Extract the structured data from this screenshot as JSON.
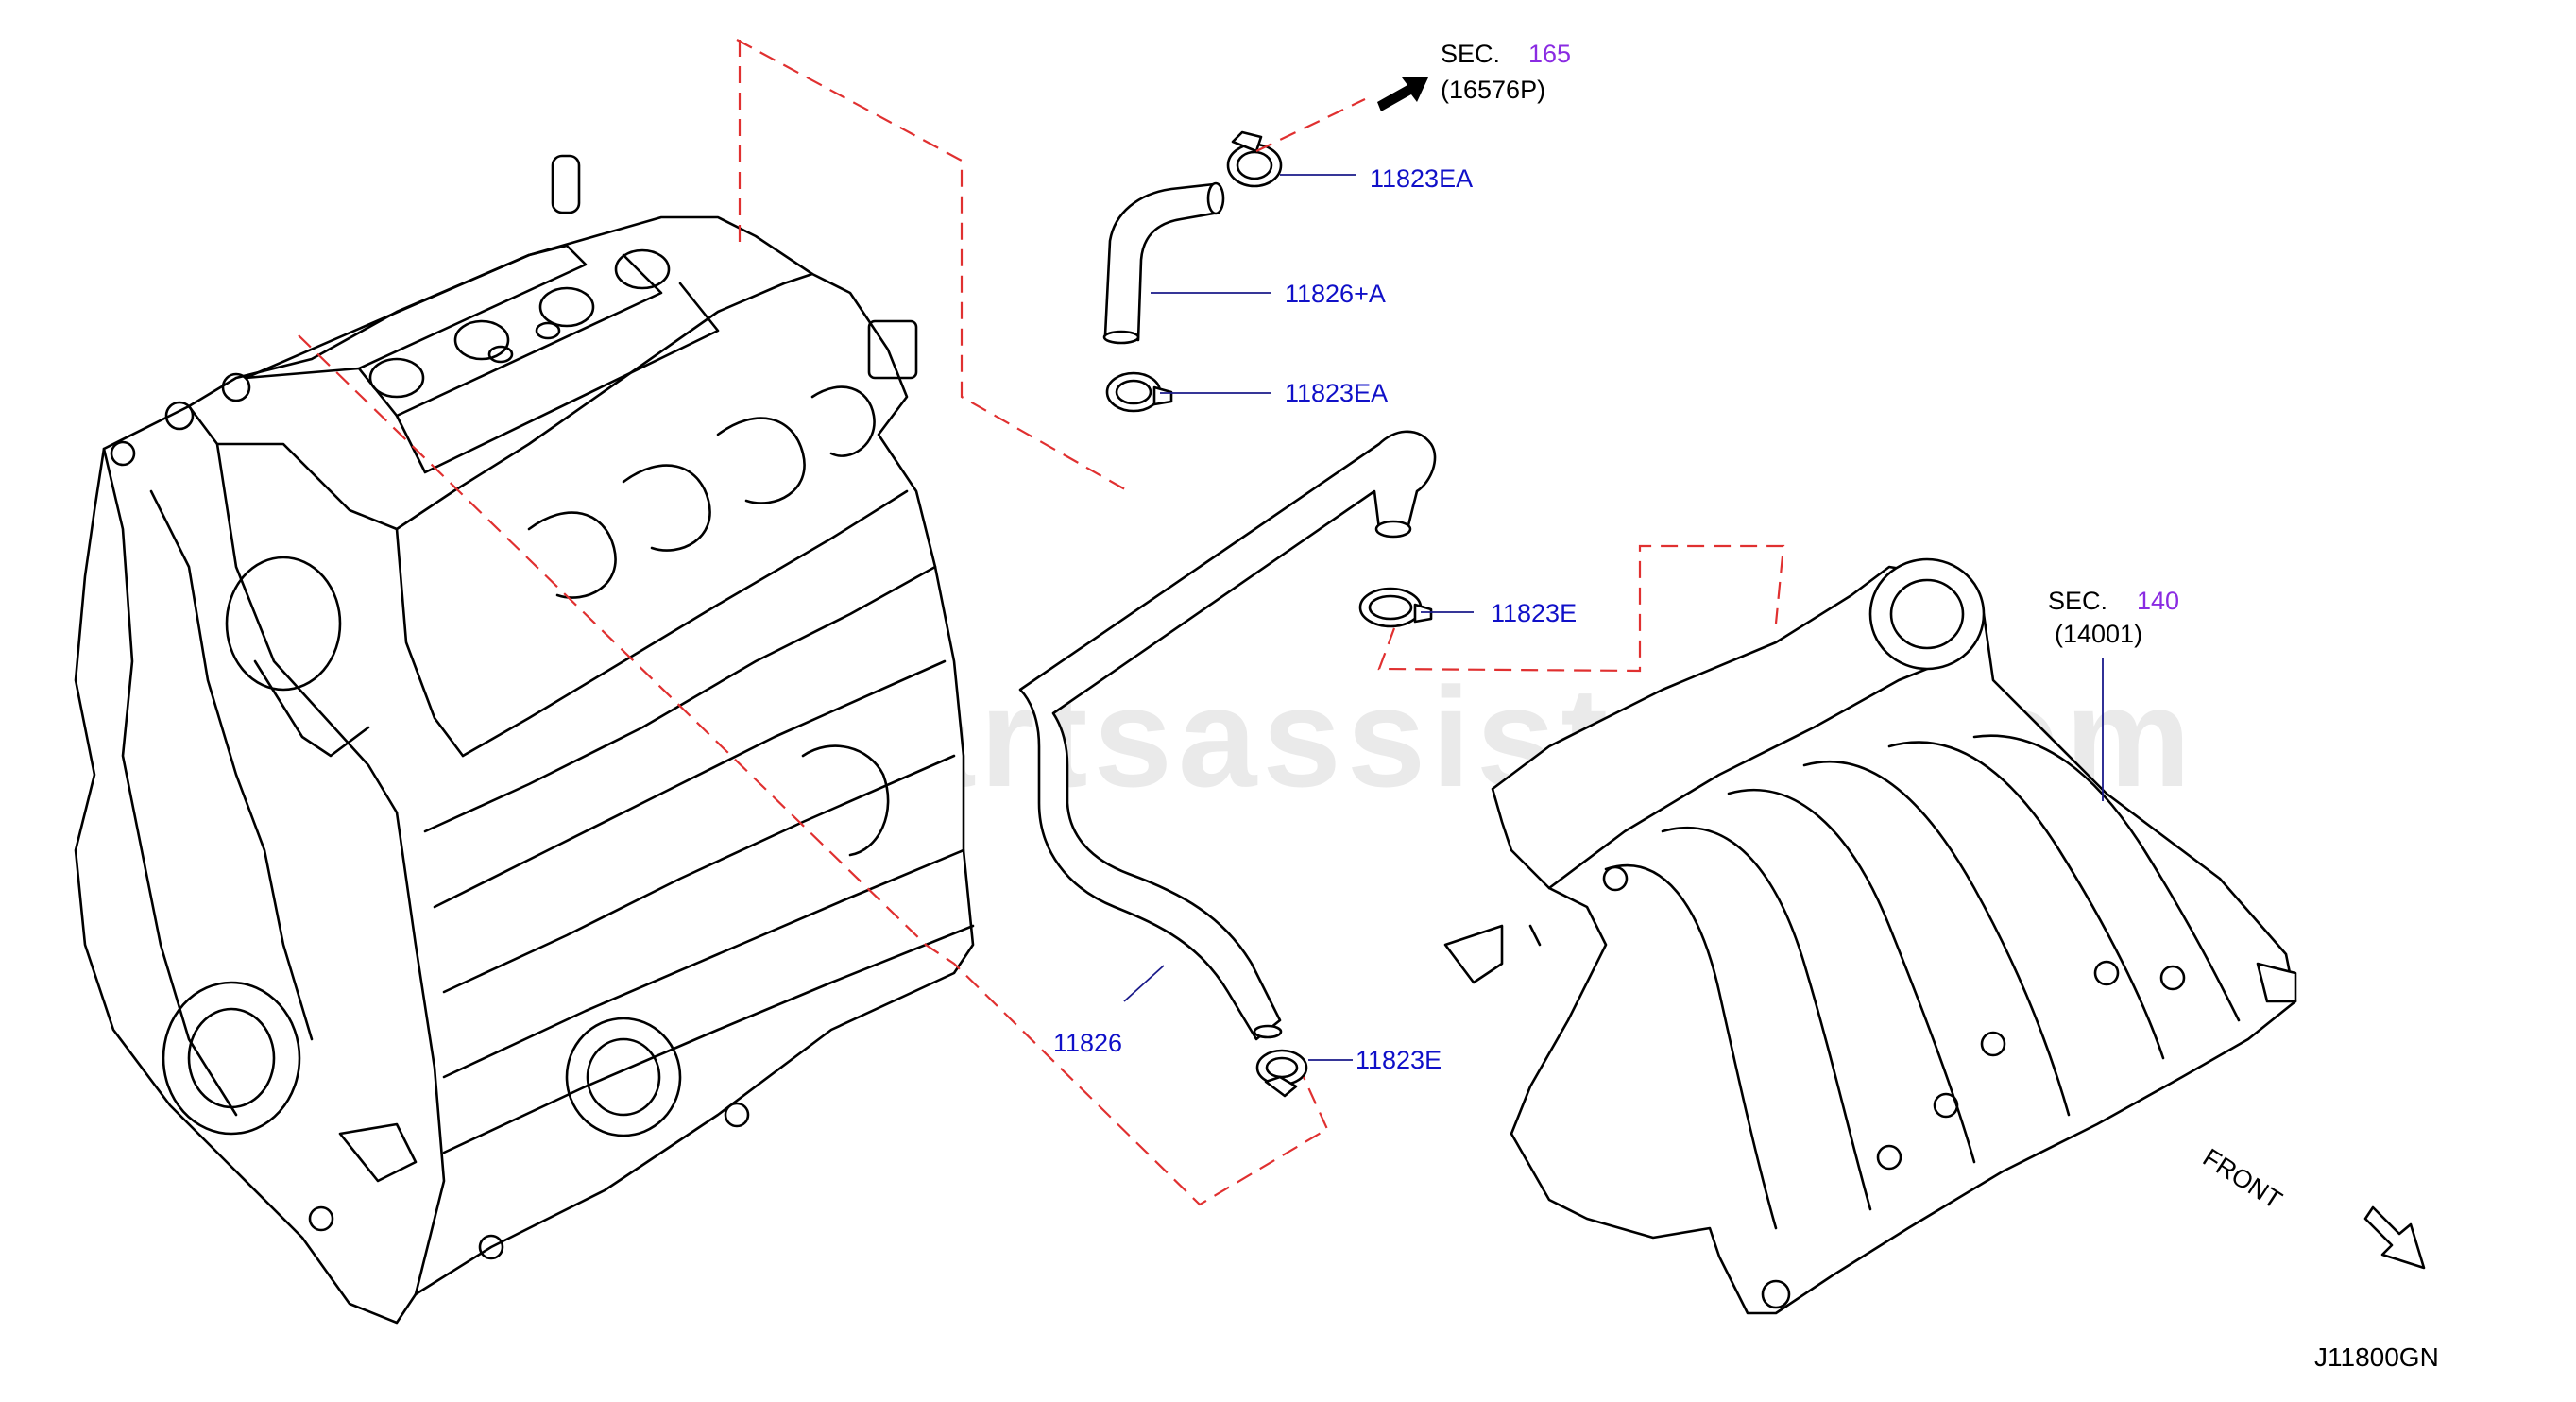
{
  "diagram_id": "J11800GN",
  "watermark": "www.partsassistant.com",
  "sections": [
    {
      "prefix": "SEC.",
      "number": "165",
      "sub": "(16576P)"
    },
    {
      "prefix": "SEC.",
      "number": "140",
      "sub": "(14001)"
    }
  ],
  "parts": {
    "clamp_top": "11823EA",
    "hose_elbow": "11826+A",
    "clamp_mid": "11823EA",
    "clamp_e_upper": "11823E",
    "hose_long": "11826",
    "clamp_e_lower": "11823E"
  },
  "front_label": "FRONT",
  "colors": {
    "part_number": "#1010c8",
    "section_number": "#8a2be2",
    "phantom_line": "#e03030"
  }
}
